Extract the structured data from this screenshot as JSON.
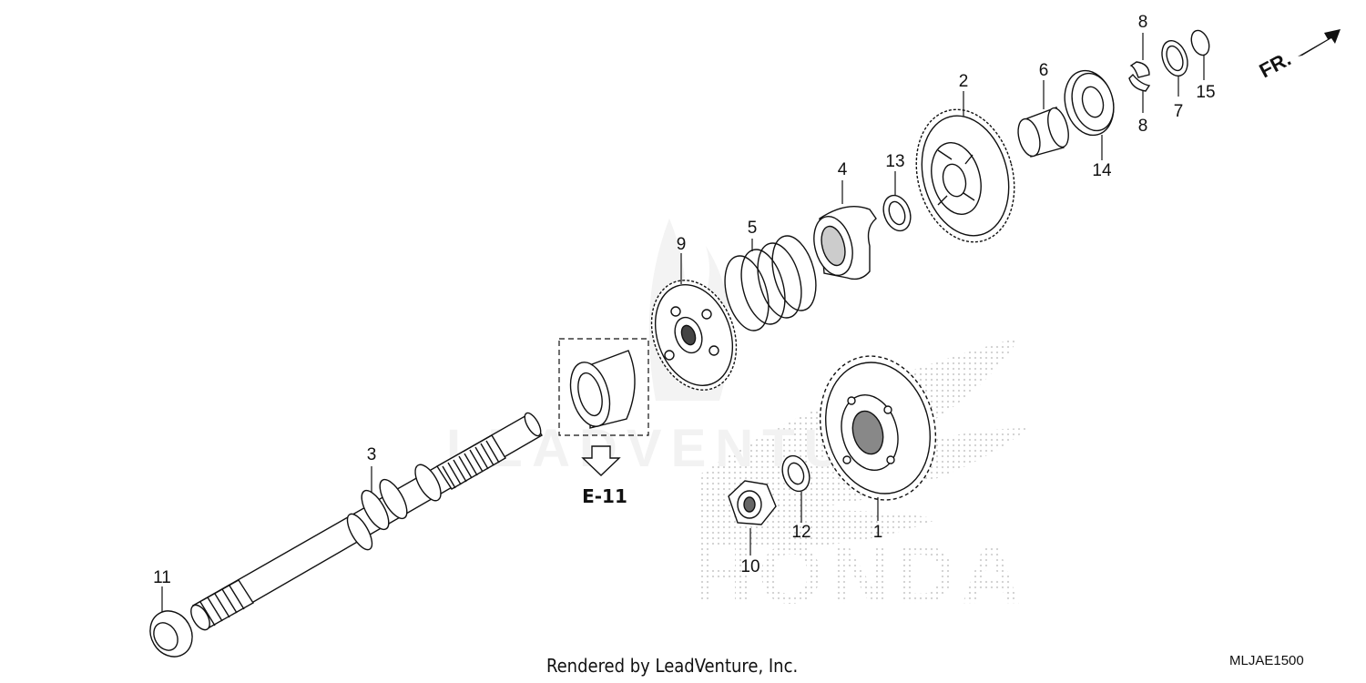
{
  "diagram": {
    "direction_label": "FR.",
    "reference": {
      "label": "E-11"
    },
    "footer_credit": "Rendered by LeadVenture, Inc.",
    "diagram_code": "MLJAE1500",
    "watermark_brand": "HONDA",
    "watermark_dealer": "LEADVENTURE",
    "callouts": [
      "1",
      "2",
      "3",
      "4",
      "5",
      "6",
      "7",
      "8",
      "8",
      "9",
      "10",
      "11",
      "12",
      "13",
      "14",
      "15"
    ]
  }
}
